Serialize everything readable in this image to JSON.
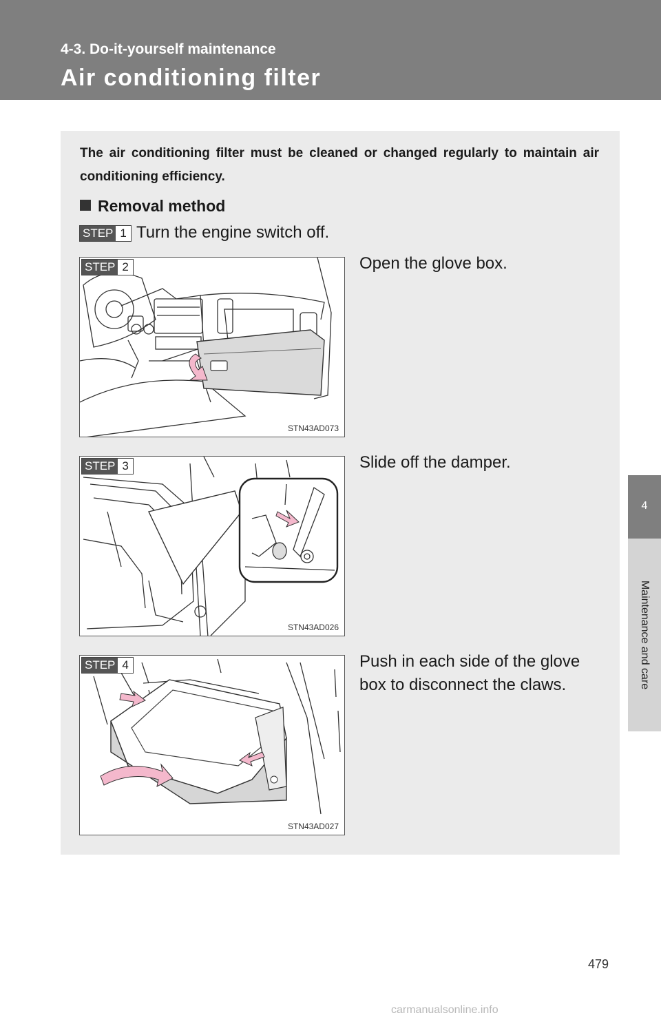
{
  "header": {
    "section": "4-3. Do-it-yourself maintenance",
    "title": "Air conditioning filter"
  },
  "side_tab": {
    "chapter_number": "4",
    "chapter_name": "Maintenance and care"
  },
  "intro": "The air conditioning filter must be cleaned or changed regularly to maintain air conditioning efficiency.",
  "removal_heading": "Removal method",
  "step_word": "STEP",
  "steps": [
    {
      "number": "1",
      "text": "Turn the engine switch off."
    },
    {
      "number": "2",
      "text": "Open the glove box.",
      "figure_code": "STN43AD073"
    },
    {
      "number": "3",
      "text": "Slide off the damper.",
      "figure_code": "STN43AD026"
    },
    {
      "number": "4",
      "text": "Push in each side of the glove box to disconnect the claws.",
      "figure_code": "STN43AD027"
    }
  ],
  "page_number": "479",
  "watermark": "carmanualsonline.info",
  "colors": {
    "header_bg": "#7f7f7f",
    "panel_bg": "#ebebeb",
    "arrow_pink": "#f4b8cc"
  }
}
